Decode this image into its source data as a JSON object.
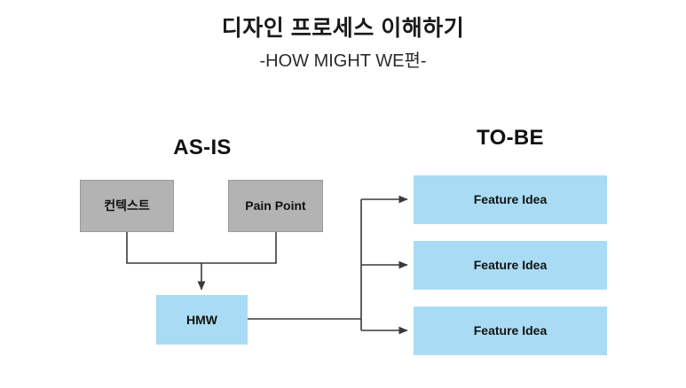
{
  "header": {
    "title": "디자인 프로세스 이해하기",
    "subtitle": "-HOW MIGHT WE편-"
  },
  "diagram": {
    "sections": [
      {
        "id": "as-is",
        "label": "AS-IS"
      },
      {
        "id": "to-be",
        "label": "TO-BE"
      }
    ],
    "nodes": {
      "context": {
        "label": "컨텍스트",
        "color": "#b3b3b3"
      },
      "pain_point": {
        "label": "Pain Point",
        "color": "#b3b3b3"
      },
      "hmw": {
        "label": "HMW",
        "color": "#a9dcf4"
      },
      "feature_ideas": [
        {
          "label": "Feature Idea",
          "color": "#a9dcf4"
        },
        {
          "label": "Feature Idea",
          "color": "#a9dcf4"
        },
        {
          "label": "Feature Idea",
          "color": "#a9dcf4"
        }
      ]
    },
    "connector_color": "#3a3a3a"
  }
}
